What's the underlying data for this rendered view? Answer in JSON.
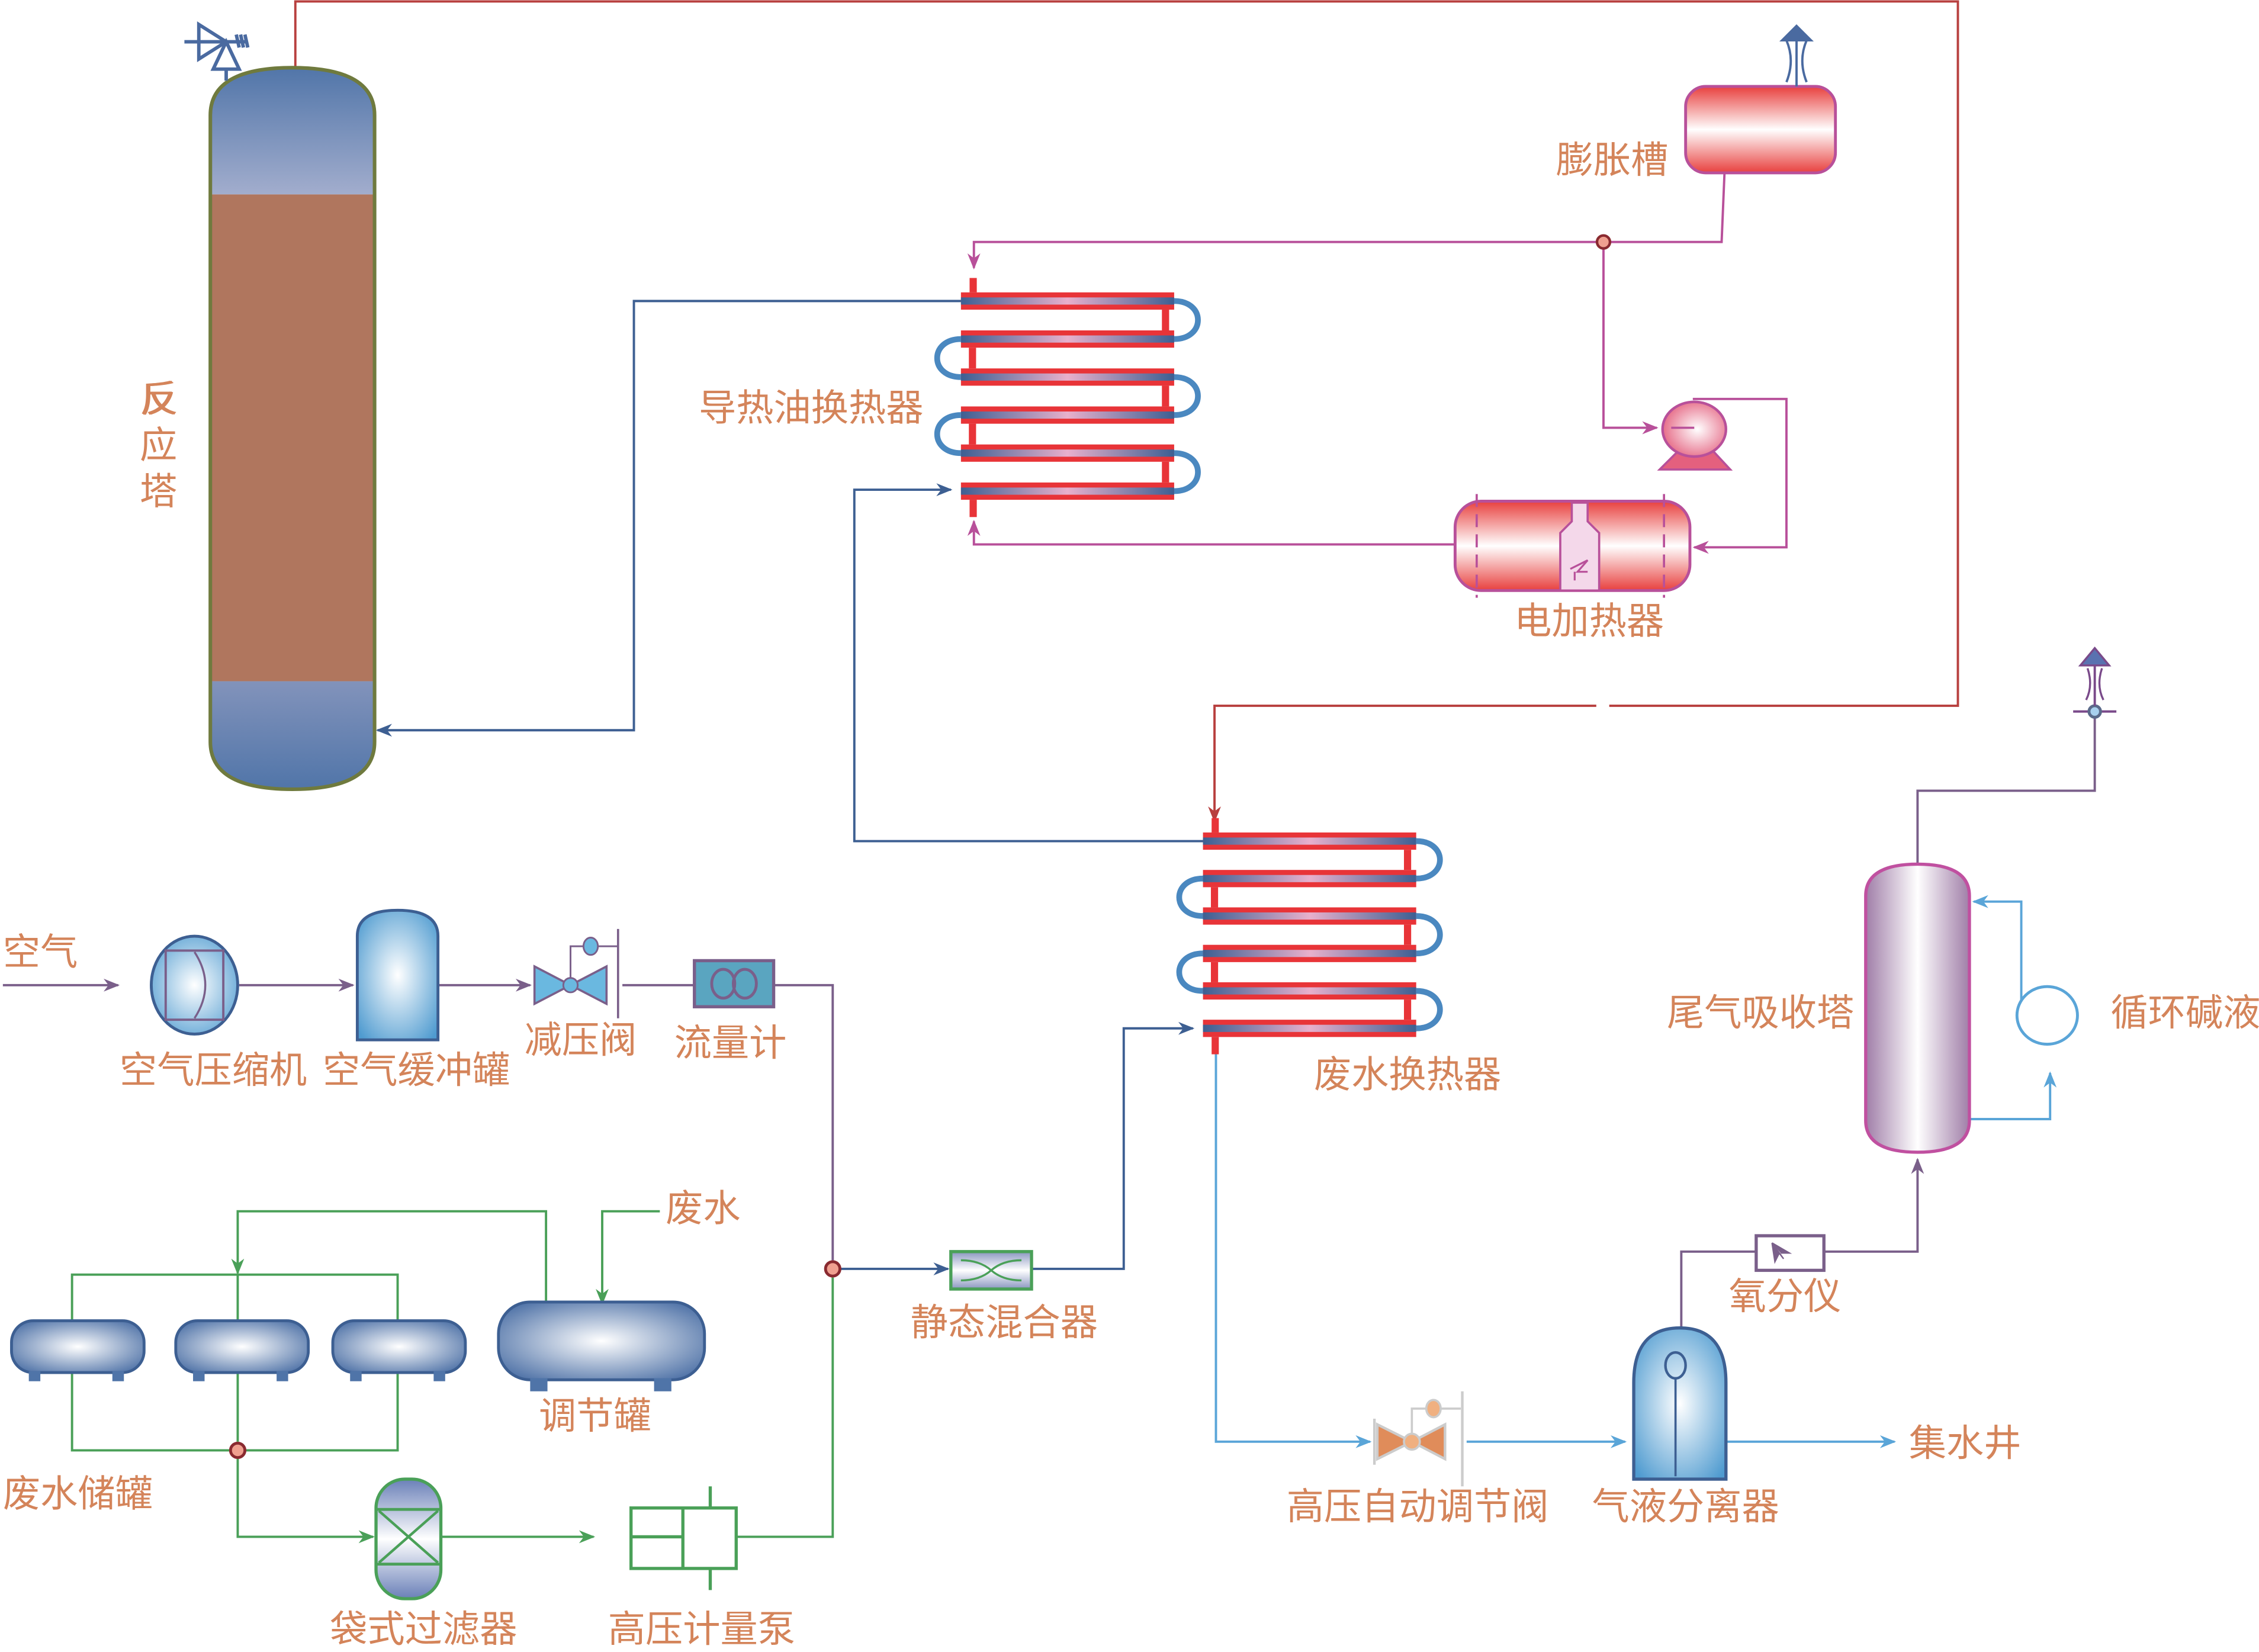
{
  "title": "超临界水氧化废水处理工艺流程",
  "colors": {
    "label": "#d4845a",
    "hot_oil_line": "#b8509a",
    "reactor_outlet_line": "#b8403f",
    "process_water_line": "#3d5f92",
    "air_line": "#7a5f8a",
    "wastewater_line": "#4aa058",
    "effluent_line": "#5aa5d8",
    "reactor_body": "#b0765e",
    "reactor_shell": "#6f7a3e"
  },
  "equipment": {
    "reactor": {
      "label": "反应塔"
    },
    "expansion_tank": {
      "label": "膨胀槽"
    },
    "thermal_oil_exchanger": {
      "label": "导热油换热器"
    },
    "electric_heater": {
      "label": "电加热器"
    },
    "wastewater_exchanger": {
      "label": "废水换热器"
    },
    "air_compressor": {
      "label": "空气压缩机"
    },
    "air_buffer_tank": {
      "label": "空气缓冲罐"
    },
    "pressure_reducing_valve": {
      "label": "减压阀"
    },
    "flow_meter": {
      "label": "流量计"
    },
    "static_mixer": {
      "label": "静态混合器"
    },
    "regulating_tank": {
      "label": "调节罐"
    },
    "wastewater_storage_tanks": {
      "label": "废水储罐"
    },
    "bag_filter": {
      "label": "袋式过滤器"
    },
    "hp_metering_pump": {
      "label": "高压计量泵"
    },
    "hp_control_valve": {
      "label": "高压自动调节阀"
    },
    "gas_liquid_separator": {
      "label": "气液分离器"
    },
    "oxygen_analyzer": {
      "label": "氧分仪"
    },
    "tail_gas_absorber": {
      "label": "尾气吸收塔"
    },
    "circulating_alkali": {
      "label": "循环碱液"
    }
  },
  "streams": {
    "air_in": {
      "label": "空气"
    },
    "wastewater_in": {
      "label": "废水"
    },
    "to_sump": {
      "label": "集水井"
    }
  }
}
